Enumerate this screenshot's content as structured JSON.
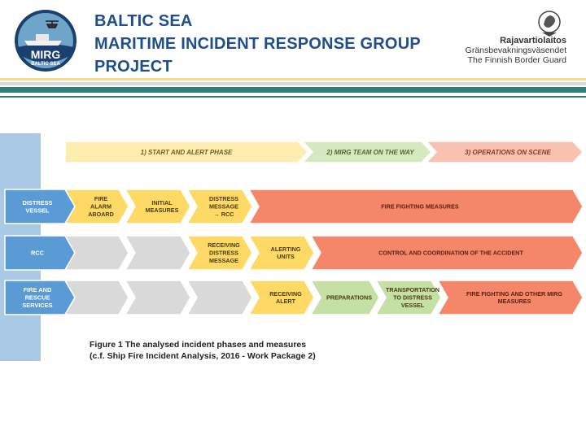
{
  "header": {
    "title_line1": "BALTIC SEA",
    "title_line2": "MARITIME INCIDENT RESPONSE GROUP",
    "title_line3": "PROJECT",
    "logo_text_main": "MIRG",
    "logo_text_sub": "BALTIC SEA",
    "org_name_fi": "Rajavartiolaitos",
    "org_name_sv": "Gränsbevakningsväsendet",
    "org_name_en": "The Finnish Border Guard"
  },
  "colors": {
    "title": "#1f4e8c",
    "stripe_yellow": "#f3dc8a",
    "stripe_teal": "#2e7f82",
    "blue_arrow": "#5b9bd5",
    "yellow_arrow": "#ffd966",
    "orange_arrow": "#f4866a",
    "green_arrow": "#c5e0a5",
    "grey_arrow": "#d9d9d9"
  },
  "phases": [
    {
      "label": "1) START AND ALERT PHASE"
    },
    {
      "label": "2) MIRG TEAM ON THE WAY"
    },
    {
      "label": "3) OPERATIONS ON SCENE"
    }
  ],
  "rows": [
    {
      "actor": [
        "DISTRESS",
        "VESSEL"
      ],
      "steps": [
        {
          "lines": [
            "FIRE",
            "ALARM",
            "ABOARD"
          ]
        },
        {
          "lines": [
            "INITIAL",
            "MEASURES"
          ]
        },
        {
          "lines": [
            "DISTRESS",
            "MESSAGE",
            "→ RCC"
          ]
        },
        {
          "lines": [
            "FIRE FIGHTING MEASURES"
          ]
        }
      ]
    },
    {
      "actor": [
        "RCC"
      ],
      "steps": [
        {
          "lines": [
            "RECEIVING",
            "DISTRESS",
            "MESSAGE"
          ]
        },
        {
          "lines": [
            "ALERTING",
            "UNITS"
          ]
        },
        {
          "lines": [
            "CONTROL AND COORDINATION OF THE ACCIDENT"
          ]
        }
      ]
    },
    {
      "actor": [
        "FIRE AND",
        "RESCUE",
        "SERVICES"
      ],
      "steps": [
        {
          "lines": [
            "RECEIVING",
            "ALERT"
          ]
        },
        {
          "lines": [
            "PREPARATIONS"
          ]
        },
        {
          "lines": [
            "TRANSPORTATION",
            "TO DISTRESS",
            "VESSEL"
          ]
        },
        {
          "lines": [
            "FIRE FIGHTING AND OTHER MIRG",
            "MEASURES"
          ]
        }
      ]
    }
  ],
  "caption": {
    "line1": "Figure  1 The analysed incident phases and measures",
    "line2": "(c.f. Ship Fire Incident Analysis, 2016 - Work Package 2)"
  }
}
